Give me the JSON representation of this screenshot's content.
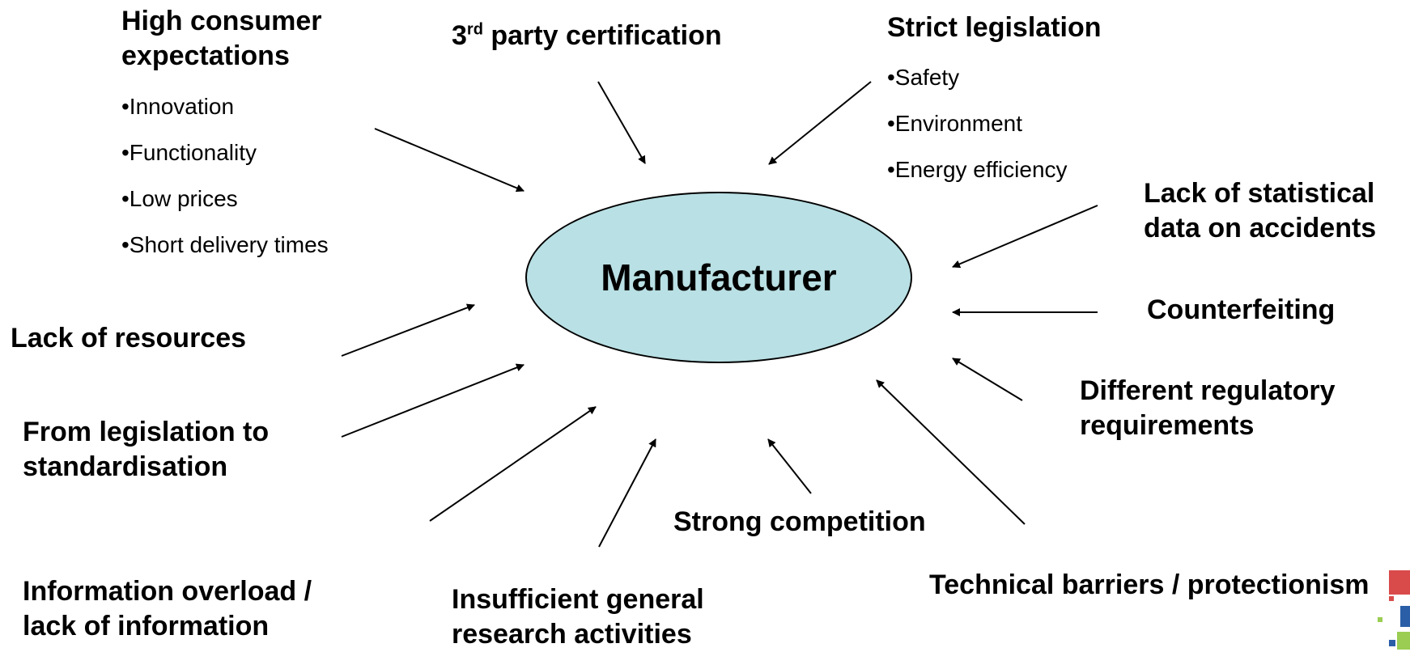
{
  "center": "Manufacturer",
  "high_consumer": {
    "title": "High consumer expectations",
    "items": [
      "•Innovation",
      "•Functionality",
      "•Low prices",
      "•Short delivery times"
    ]
  },
  "third_party": {
    "prefix": "3",
    "sup": "rd",
    "rest": " party certification"
  },
  "strict_legislation": {
    "title": "Strict legislation",
    "items": [
      "•Safety",
      "•Environment",
      "•Energy efficiency"
    ]
  },
  "lack_statistical": "Lack of statistical data on accidents",
  "counterfeiting": "Counterfeiting",
  "different_regulatory": "Different regulatory requirements",
  "technical_barriers": "Technical barriers / protectionism",
  "strong_competition": "Strong competition",
  "insufficient_research": "Insufficient general research activities",
  "information_overload": "Information overload / lack of information",
  "from_legislation": "From legislation to standardisation",
  "lack_resources": "Lack of resources"
}
